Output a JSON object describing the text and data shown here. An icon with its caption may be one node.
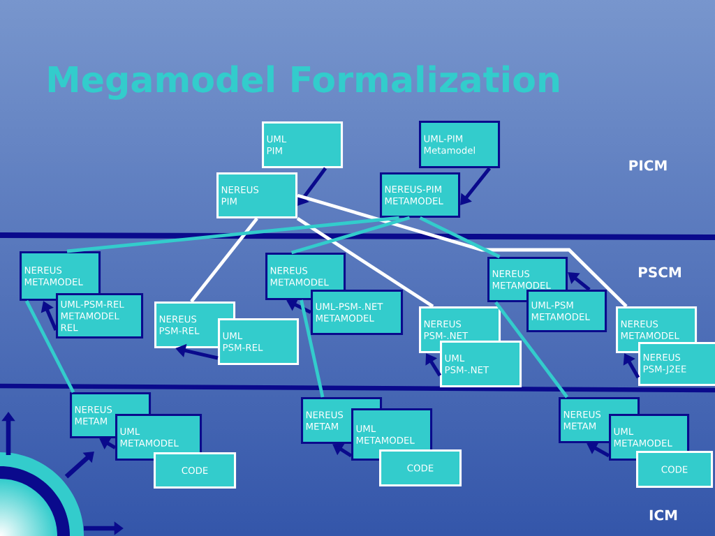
{
  "diagram": {
    "title": "Megamodel Formalization",
    "nodes": [
      {
        "text": [
          "UML PIM"
        ]
      },
      {
        "text": [
          "UML-PIM Metamodel"
        ]
      },
      {
        "text": [
          "NEREUS PIM"
        ]
      },
      {
        "text": [
          "NEREUS-PIM METAMODEL"
        ]
      },
      {
        "text": [
          "NEREUS METAMODEL"
        ]
      },
      {
        "text": [
          "UML-PSM-REL METAMODEL REL"
        ]
      },
      {
        "text": [
          "NEREUS PSM-REL"
        ]
      },
      {
        "text": [
          "UML PSM-REL"
        ]
      },
      {
        "text": [
          "NEREUS METAMODEL"
        ]
      },
      {
        "text": [
          "UML-PSM-.NET METAMODEL"
        ]
      },
      {
        "text": [
          "NEREUS PSM-.NET"
        ]
      },
      {
        "text": [
          "UML PSM-.NET"
        ]
      },
      {
        "text": [
          "NEREUS METAMODEL"
        ]
      },
      {
        "text": [
          "UML-PSM METAMODEL"
        ]
      },
      {
        "text": [
          "NEREUS METAMODEL"
        ]
      },
      {
        "text": [
          "NEREUS PSM-J2EE"
        ]
      },
      {
        "text": [
          "NEREUS METAM"
        ]
      },
      {
        "text": [
          "UML METAMODEL"
        ]
      },
      {
        "text": [
          "CODE"
        ]
      },
      {
        "text": [
          "NEREUS METAM"
        ]
      },
      {
        "text": [
          "UML METAMODEL"
        ]
      },
      {
        "text": [
          "CODE"
        ]
      },
      {
        "text": [
          "NEREUS METAM"
        ]
      },
      {
        "text": [
          "UML METAMODEL"
        ]
      },
      {
        "text": [
          "CODE"
        ]
      }
    ],
    "edges": [
      {
        "from": 0,
        "to": 2,
        "arrow": "to"
      },
      {
        "from": 1,
        "to": 3,
        "arrow": "to"
      },
      {
        "from": 5,
        "to": 4,
        "arrow": "to"
      },
      {
        "from": 7,
        "to": 6,
        "arrow": "to"
      },
      {
        "from": 9,
        "to": 8,
        "arrow": "to"
      },
      {
        "from": 11,
        "to": 10,
        "arrow": "to"
      },
      {
        "from": 13,
        "to": 12,
        "arrow": "to"
      },
      {
        "from": 15,
        "to": 14,
        "arrow": "to"
      },
      {
        "from": 17,
        "to": 16,
        "arrow": "to"
      },
      {
        "from": 20,
        "to": 19,
        "arrow": "to"
      },
      {
        "from": 23,
        "to": 22,
        "arrow": "to"
      },
      {
        "from": 2,
        "to": 6,
        "arrow": "none",
        "color": "#ffffff"
      },
      {
        "from": 2,
        "to": 10,
        "arrow": "none",
        "color": "#ffffff"
      },
      {
        "from": 2,
        "to": 14,
        "arrow": "none",
        "color": "#ffffff"
      },
      {
        "from": 3,
        "to": 4,
        "arrow": "none",
        "color": "#33cccc"
      },
      {
        "from": 3,
        "to": 8,
        "arrow": "none",
        "color": "#33cccc"
      },
      {
        "from": 3,
        "to": 12,
        "arrow": "none",
        "color": "#33cccc"
      },
      {
        "from": 4,
        "to": 16,
        "arrow": "none",
        "color": "#33cccc"
      },
      {
        "from": 8,
        "to": 19,
        "arrow": "none",
        "color": "#33cccc"
      },
      {
        "from": 12,
        "to": 22,
        "arrow": "none",
        "color": "#33cccc"
      }
    ],
    "labels": [
      "PICM",
      "PSCM",
      "ICM"
    ]
  }
}
